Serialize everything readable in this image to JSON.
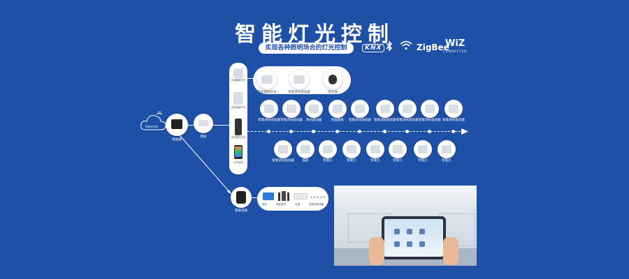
{
  "title": "智能灯光控制",
  "subtitle": "实现各种照明场合的灯光控制",
  "protocols": {
    "knx": "KNX",
    "bluetooth": "ʙ",
    "wifi": "≈",
    "zigbee": "ZigBee",
    "wiz": "WiZ",
    "wiz_sub": "CONNECTED"
  },
  "labels": {
    "internet": "Internet",
    "router": "路由器",
    "gateway": "网关",
    "controller": "智能音箱",
    "panel_top": "无线触摸开关",
    "panel_mid": "无线场景开关",
    "panel_low": "无线调光开关",
    "panel_phone": "APP控制",
    "top_row": [
      "智能面板开关",
      "智能调光驱动器",
      "感应器"
    ],
    "mid_row": [
      "智能调光驱动器",
      "智能调光驱动器",
      "调光驱动器",
      "智能面板",
      "智能调光驱动器",
      "智能调光驱动器",
      "智能调光驱动器",
      "智能调光驱动器",
      "智能调光驱动器"
    ],
    "low_row": [
      "智能调光驱动器",
      "插座",
      "智能灯",
      "智能灯",
      "智能灯",
      "智能灯",
      "智能灯",
      "智能灯"
    ],
    "media_row": [
      "电视",
      "家庭影院",
      "空调",
      "智能家居设备"
    ]
  },
  "colors": {
    "background": "#1f50a8",
    "accent": "#ffffff"
  }
}
